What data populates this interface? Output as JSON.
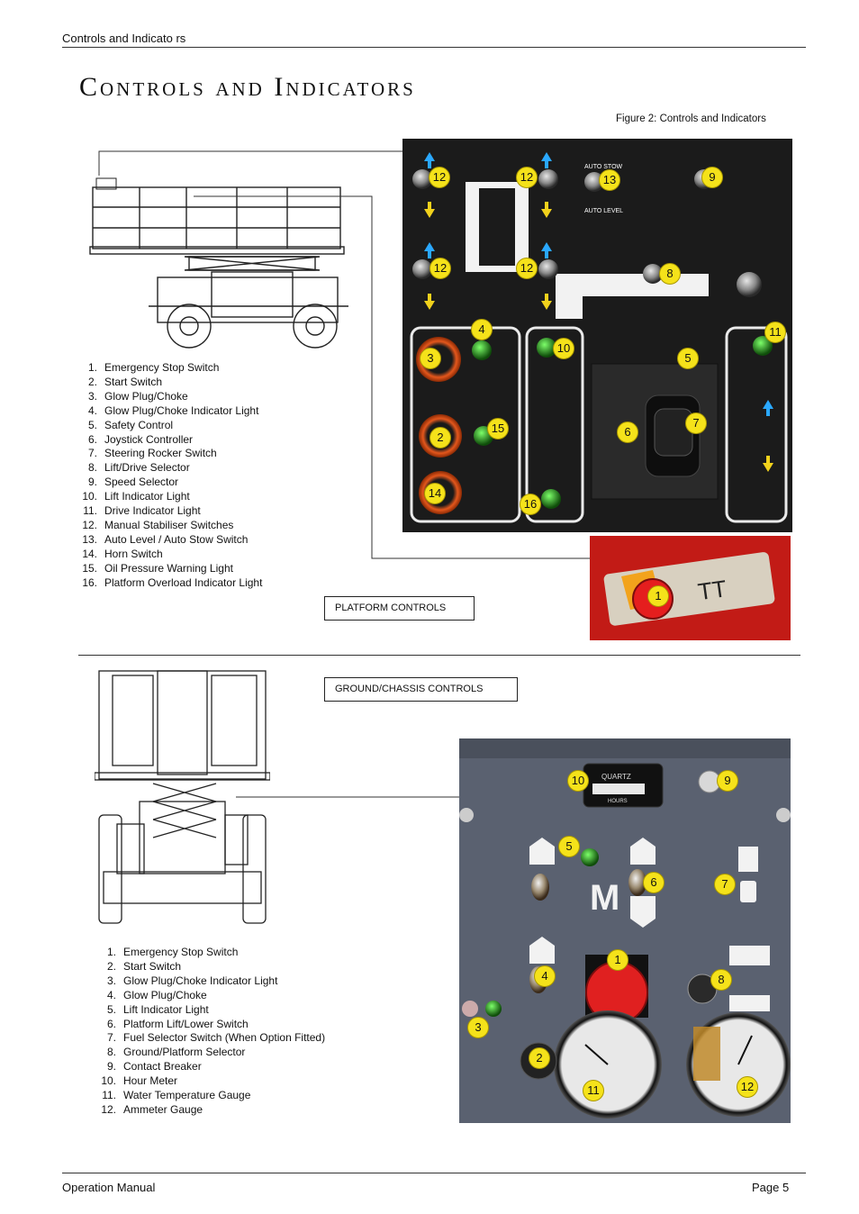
{
  "header": {
    "section": "Controls and Indicato rs"
  },
  "title": "Controls and Indicators",
  "figure_caption": "Figure 2: Controls and Indicators",
  "platform": {
    "label": "PLATFORM CONTROLS",
    "items": [
      {
        "num": "1.",
        "text": "Emergency Stop Switch"
      },
      {
        "num": "2.",
        "text": "Start Switch"
      },
      {
        "num": "3.",
        "text": "Glow Plug/Choke"
      },
      {
        "num": "4.",
        "text": "Glow Plug/Choke Indicator Light"
      },
      {
        "num": "5.",
        "text": "Safety Control"
      },
      {
        "num": "6.",
        "text": "Joystick Controller"
      },
      {
        "num": "7.",
        "text": "Steering Rocker Switch"
      },
      {
        "num": "8.",
        "text": "Lift/Drive Selector"
      },
      {
        "num": "9.",
        "text": "Speed Selector"
      },
      {
        "num": "10.",
        "text": "Lift Indicator Light"
      },
      {
        "num": "11.",
        "text": "Drive Indicator Light"
      },
      {
        "num": "12.",
        "text": "Manual Stabiliser Switches"
      },
      {
        "num": "13.",
        "text": "Auto Level / Auto Stow Switch"
      },
      {
        "num": "14.",
        "text": "Horn Switch"
      },
      {
        "num": "15.",
        "text": "Oil Pressure Warning Light"
      },
      {
        "num": "16.",
        "text": "Platform Overload Indicator Light"
      }
    ],
    "panel_text": {
      "auto_stow": "AUTO STOW",
      "auto_level": "AUTO LEVEL"
    },
    "badges": [
      "12",
      "12",
      "13",
      "9",
      "12",
      "12",
      "8",
      "4",
      "3",
      "10",
      "5",
      "11",
      "2",
      "15",
      "6",
      "7",
      "14",
      "16"
    ],
    "estop_badge": "1"
  },
  "ground": {
    "label": "GROUND/CHASSIS CONTROLS",
    "items": [
      {
        "num": "1.",
        "text": "Emergency Stop Switch"
      },
      {
        "num": "2.",
        "text": "Start Switch"
      },
      {
        "num": "3.",
        "text": "Glow Plug/Choke Indicator Light"
      },
      {
        "num": "4.",
        "text": "Glow Plug/Choke"
      },
      {
        "num": "5.",
        "text": "Lift Indicator Light"
      },
      {
        "num": "6.",
        "text": "Platform Lift/Lower Switch"
      },
      {
        "num": "7.",
        "text": "Fuel Selector Switch (When Option Fitted)"
      },
      {
        "num": "8.",
        "text": "Ground/Platform Selector"
      },
      {
        "num": "9.",
        "text": "Contact Breaker"
      },
      {
        "num": "10.",
        "text": "Hour Meter"
      },
      {
        "num": "11.",
        "text": "Water Temperature Gauge"
      },
      {
        "num": "12.",
        "text": "Ammeter Gauge"
      }
    ],
    "panel_text": {
      "meter_brand": "QUARTZ",
      "meter_unit": "HOURS"
    },
    "badges": [
      "10",
      "9",
      "5",
      "6",
      "7",
      "1",
      "4",
      "8",
      "3",
      "2",
      "11",
      "12"
    ]
  },
  "footer": {
    "left": "Operation Manual",
    "right": "Page 5"
  },
  "colors": {
    "badge": "#f5e21a",
    "panel": "#1b1b1b",
    "ground_panel": "#5a6170",
    "estop": "#d42020"
  }
}
